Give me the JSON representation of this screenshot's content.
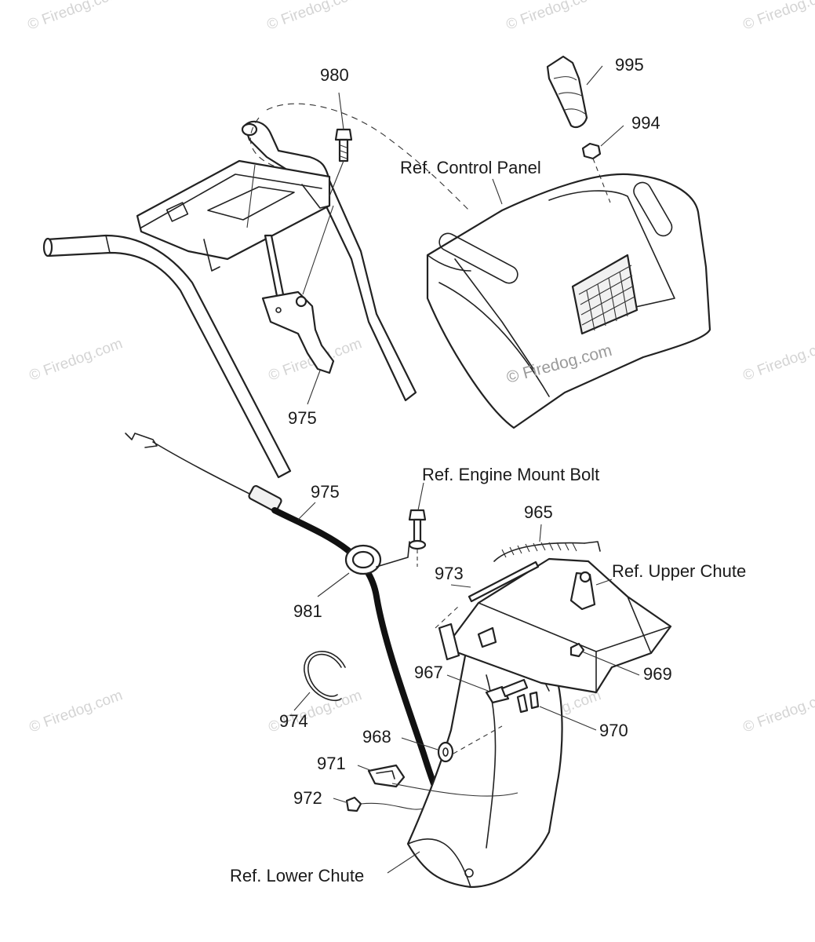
{
  "watermarks": {
    "text": "© Firedog.com",
    "center_text": "© Firedog.com"
  },
  "callouts": {
    "p980": "980",
    "p995": "995",
    "p994": "994",
    "ref_control_panel": "Ref. Control Panel",
    "p975_top": "975",
    "ref_engine_mount_bolt": "Ref. Engine Mount Bolt",
    "p975_cable": "975",
    "p965": "965",
    "p973": "973",
    "ref_upper_chute": "Ref. Upper Chute",
    "p981": "981",
    "p969": "969",
    "p967": "967",
    "p974": "974",
    "p970": "970",
    "p968": "968",
    "p971": "971",
    "p972": "972",
    "ref_lower_chute": "Ref. Lower Chute"
  },
  "colors": {
    "line": "#222222",
    "watermark": "#d4d4d4",
    "background": "#ffffff"
  }
}
